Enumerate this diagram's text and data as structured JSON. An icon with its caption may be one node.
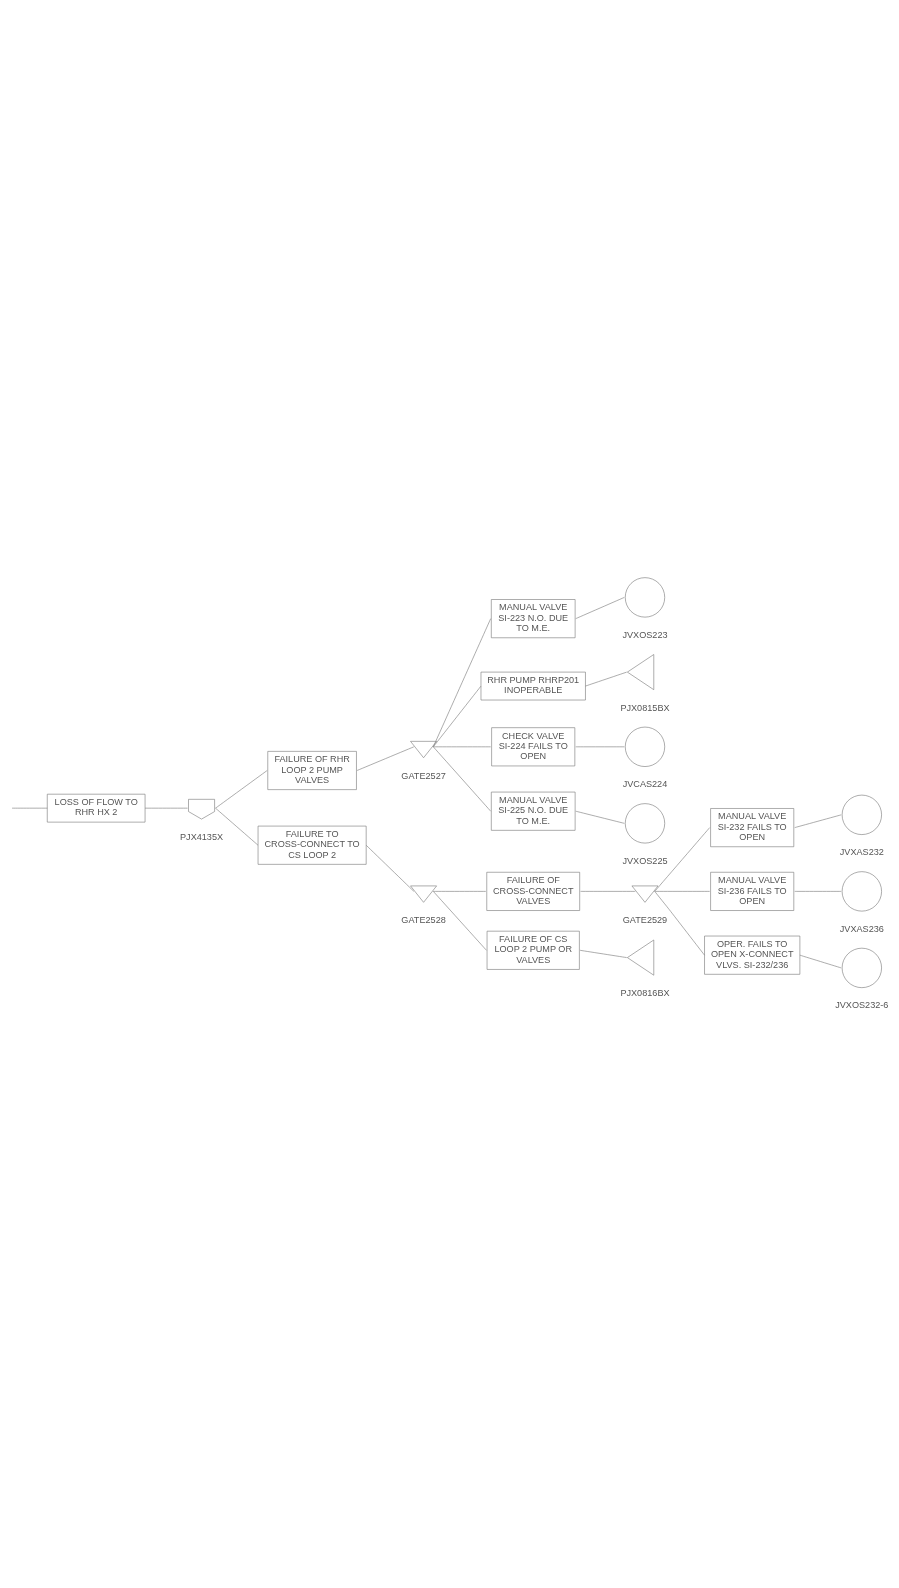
{
  "diagram": {
    "nodes": [
      {
        "text": [
          "LOSS OF FLOW TO RHR HX 2"
        ]
      },
      {
        "text": [],
        "shape": "and-gate",
        "beside": [
          "PJX4135X"
        ]
      },
      {
        "text": [
          "FAILURE OF RHR LOOP 2 PUMP VALVES"
        ]
      },
      {
        "text": [],
        "shape": "or-gate",
        "beside": [
          "GATE2527"
        ]
      },
      {
        "text": [
          "MANUAL VALVE SI-223 N.O. DUE TO M.E."
        ]
      },
      {
        "text": [],
        "shape": "circle",
        "beside": [
          "JVXOS223"
        ]
      },
      {
        "text": [
          "RHR PUMP RHRP201 INOPERABLE"
        ]
      },
      {
        "text": [],
        "shape": "triangle",
        "beside": [
          "PJX0815BX"
        ]
      },
      {
        "text": [
          "CHECK VALVE SI-224 FAILS TO OPEN"
        ]
      },
      {
        "text": [],
        "shape": "circle",
        "beside": [
          "JVCAS224"
        ]
      },
      {
        "text": [
          "MANUAL VALVE SI-225 N.O. DUE TO M.E."
        ]
      },
      {
        "text": [],
        "shape": "circle",
        "beside": [
          "JVXOS225"
        ]
      },
      {
        "text": [
          "FAILURE TO CROSS-CONNECT TO CS LOOP 2"
        ]
      },
      {
        "text": [],
        "shape": "or-gate",
        "beside": [
          "GATE2528"
        ]
      },
      {
        "text": [
          "FAILURE OF CROSS-CONNECT VALVES"
        ]
      },
      {
        "text": [],
        "shape": "or-gate",
        "beside": [
          "GATE2529"
        ]
      },
      {
        "text": [
          "MANUAL VALVE SI-232 FAILS TO OPEN"
        ]
      },
      {
        "text": [],
        "shape": "circle",
        "beside": [
          "JVXAS232"
        ]
      },
      {
        "text": [
          "MANUAL VALVE SI-236 FAILS TO OPEN"
        ]
      },
      {
        "text": [],
        "shape": "circle",
        "beside": [
          "JVXAS236"
        ]
      },
      {
        "text": [
          "OPER. FAILS TO OPEN X-CONNECT VLVS. SI-232/236"
        ]
      },
      {
        "text": [],
        "shape": "circle",
        "beside": [
          "JVXOS232-6"
        ]
      },
      {
        "text": [
          "FAILURE OF CS LOOP 2 PUMP OR VALVES"
        ]
      },
      {
        "text": [],
        "shape": "triangle",
        "beside": [
          "PJX0816BX"
        ]
      }
    ],
    "edges": [
      {
        "from": null,
        "to": 0,
        "arrow": "none"
      },
      {
        "from": 0,
        "to": 1,
        "arrow": "none"
      },
      {
        "from": 1,
        "to": 2,
        "arrow": "none"
      },
      {
        "from": 1,
        "to": 12,
        "arrow": "none"
      },
      {
        "from": 2,
        "to": 3,
        "arrow": "none"
      },
      {
        "from": 3,
        "to": 4,
        "arrow": "none"
      },
      {
        "from": 3,
        "to": 6,
        "arrow": "none"
      },
      {
        "from": 3,
        "to": 8,
        "arrow": "none"
      },
      {
        "from": 3,
        "to": 10,
        "arrow": "none"
      },
      {
        "from": 4,
        "to": 5,
        "arrow": "none"
      },
      {
        "from": 6,
        "to": 7,
        "arrow": "none"
      },
      {
        "from": 8,
        "to": 9,
        "arrow": "none"
      },
      {
        "from": 10,
        "to": 11,
        "arrow": "none"
      },
      {
        "from": 12,
        "to": 13,
        "arrow": "none"
      },
      {
        "from": 13,
        "to": 14,
        "arrow": "none"
      },
      {
        "from": 13,
        "to": 22,
        "arrow": "none"
      },
      {
        "from": 14,
        "to": 15,
        "arrow": "none"
      },
      {
        "from": 15,
        "to": 16,
        "arrow": "none"
      },
      {
        "from": 15,
        "to": 18,
        "arrow": "none"
      },
      {
        "from": 15,
        "to": 20,
        "arrow": "none"
      },
      {
        "from": 16,
        "to": 17,
        "arrow": "none"
      },
      {
        "from": 18,
        "to": 19,
        "arrow": "none"
      },
      {
        "from": 20,
        "to": 21,
        "arrow": "none"
      },
      {
        "from": 22,
        "to": 23,
        "arrow": "none"
      }
    ]
  }
}
